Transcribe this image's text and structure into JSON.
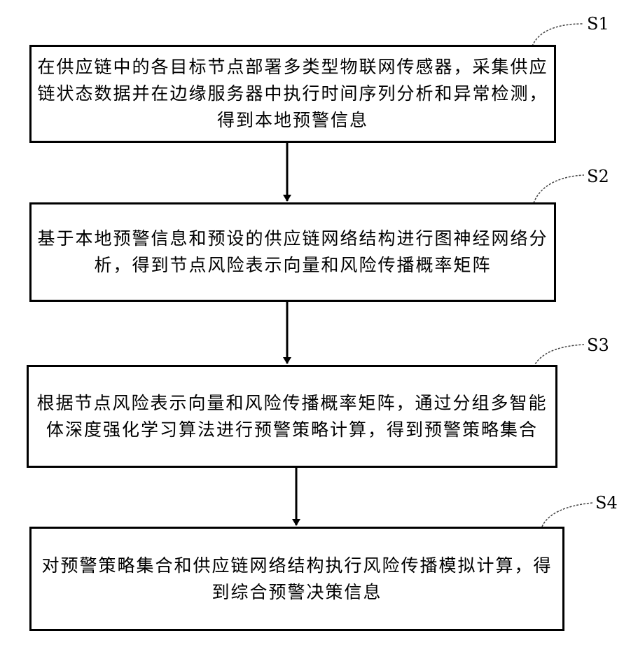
{
  "steps": [
    {
      "label": "S1",
      "text": "在供应链中的各目标节点部署多类型物联网传感器，采集供应链状态数据并在边缘服务器中执行时间序列分析和异常检测，得到本地预警信息"
    },
    {
      "label": "S2",
      "text": "基于本地预警信息和预设的供应链网络结构进行图神经网络分析，得到节点风险表示向量和风险传播概率矩阵"
    },
    {
      "label": "S3",
      "text": "根据节点风险表示向量和风险传播概率矩阵，通过分组多智能体深度强化学习算法进行预警策略计算，得到预警策略集合"
    },
    {
      "label": "S4",
      "text": "对预警策略集合和供应链网络结构执行风险传播模拟计算，得到综合预警决策信息"
    }
  ]
}
